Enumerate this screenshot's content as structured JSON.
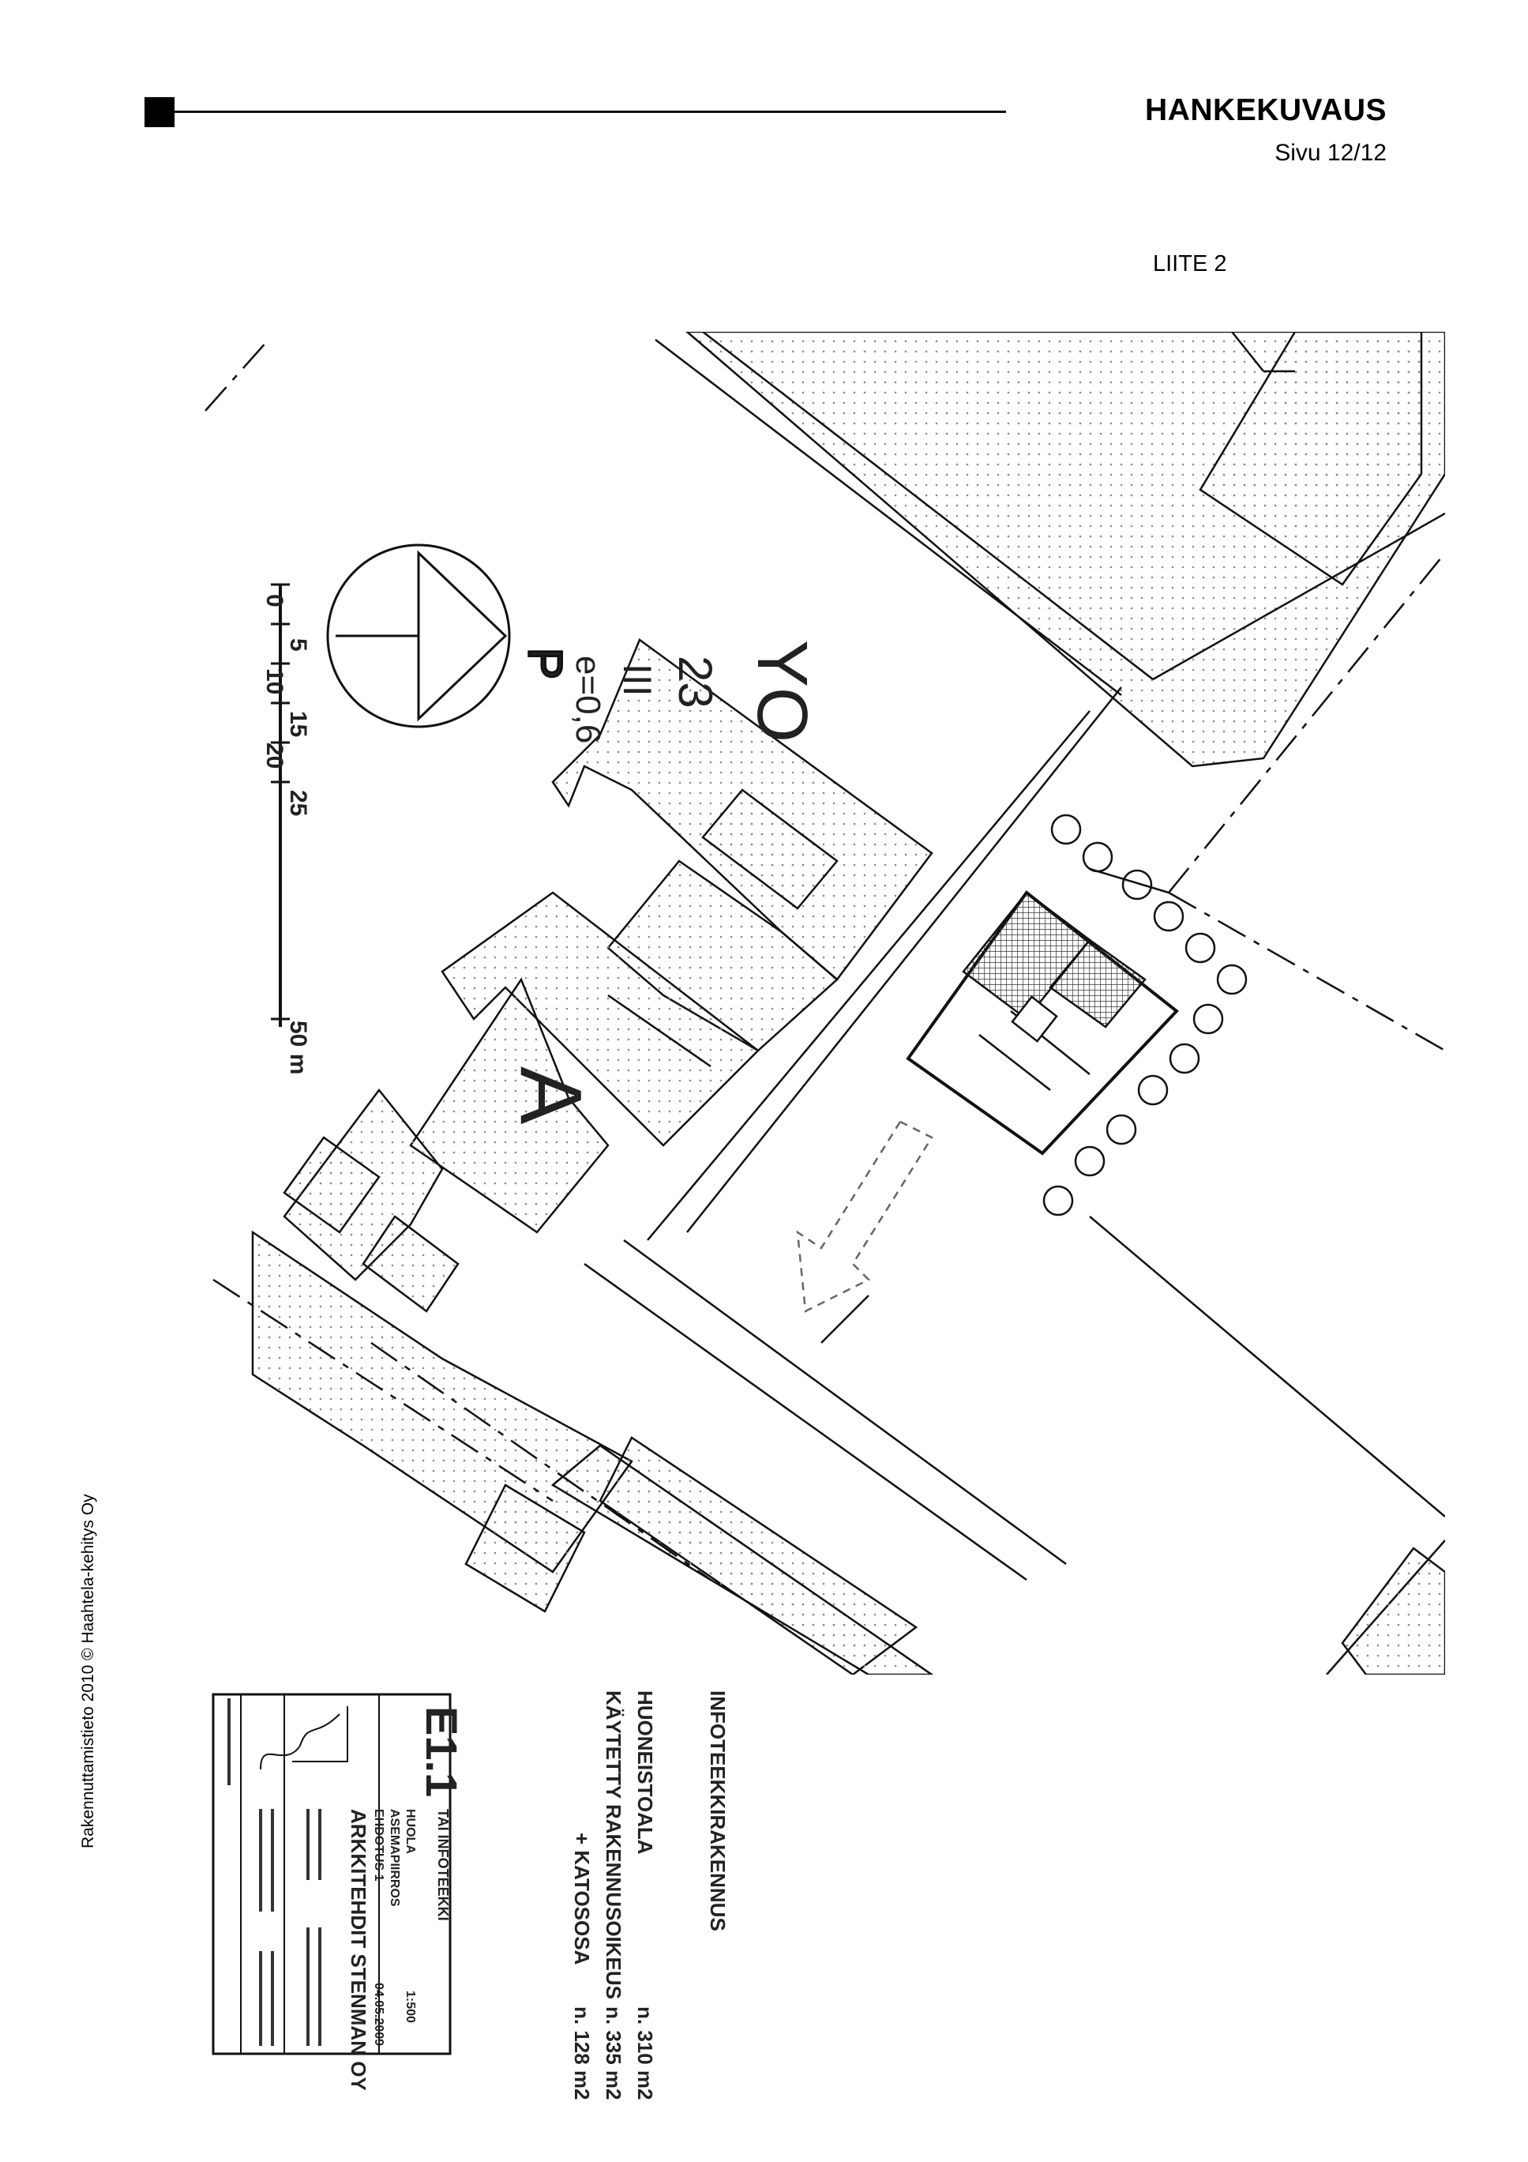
{
  "header": {
    "title": "HANKEKUVAUS",
    "page": "Sivu 12/12",
    "appendix": "LIITE 2"
  },
  "site_plan": {
    "zone_code": "YO",
    "plot_number": "23",
    "floors": "III",
    "efficiency": "e=0,6",
    "north_label": "P",
    "building_label": "A",
    "scale_ticks": [
      "0",
      "5",
      "10",
      "15",
      "20",
      "25",
      "50 m"
    ]
  },
  "building_info": {
    "heading": "INFOTEEKKIRAKENNUS",
    "floor_area_label": "HUONEISTOALA",
    "floor_area_value": "n. 310 m2",
    "used_rights_label": "KÄYTETTY RAKENNUSOIKEUS",
    "used_rights_value": "n. 335 m2",
    "canopy_label": "+ KATOSOSA",
    "canopy_value": "n. 128 m2"
  },
  "title_block": {
    "drawing_number": "E1.1",
    "project": "TAI INFOTEEKKI",
    "drawing_type": "HUOLA",
    "phase": "ASEMAPIIRROS",
    "stage": "EHDOTUS 1",
    "scale": "1:500",
    "date": "04.05.2009",
    "company": "ARKKITEHDIT STENMAN OY"
  },
  "footer": {
    "copyright": "Rakennuttamistieto 2010 © Haahtela-kehitys Oy"
  },
  "colors": {
    "ink": "#111111",
    "dot_fill": "#8a8a8a",
    "paper": "#ffffff"
  }
}
